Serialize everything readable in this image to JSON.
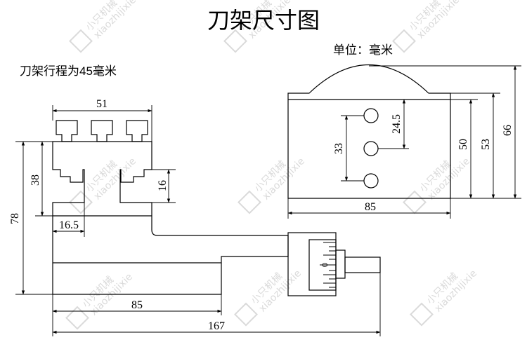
{
  "title": "刀架尺寸图",
  "unit_note": "单位：毫米",
  "travel_note": "刀架行程为45毫米",
  "dimensions": {
    "tool_block_width": "51",
    "tool_block_height": "38",
    "slot_height": "16",
    "offset": "16.5",
    "total_height": "78",
    "base_length": "85",
    "total_length": "167",
    "front_width": "85",
    "hole_pitch": "33",
    "hole_offset": "24.5",
    "front_h1": "50",
    "front_h2": "53",
    "front_h3": "66",
    "dial_zero": "0"
  },
  "watermark": {
    "brand": "小只机械",
    "site": "xiaozhijixie"
  },
  "colors": {
    "line": "#000000",
    "watermark": "#d6d6d6"
  }
}
